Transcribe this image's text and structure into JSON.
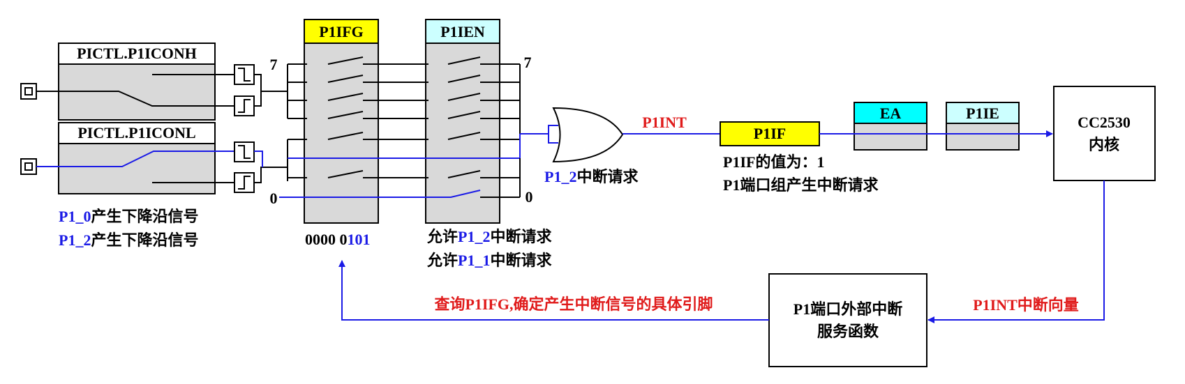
{
  "colors": {
    "blue": "#1a1ae6",
    "red": "#e01b1b",
    "yellow": "#ffff00",
    "cyan": "#00ffff",
    "lightcyan": "#ccffff",
    "gray": "#d9d9d9"
  },
  "ctl_high": {
    "label": "PICTL.P1ICONH"
  },
  "ctl_low": {
    "label": "PICTL.P1ICONL"
  },
  "left_note": {
    "l1_sig": "P1_0",
    "l1_text": "产生下降沿信号",
    "l2_sig": "P1_2",
    "l2_text": "产生下降沿信号"
  },
  "p1ifg": {
    "label": "P1IFG",
    "bit_high": "7",
    "bit_low": "0",
    "value_black": "0000 0",
    "value_blue": "101"
  },
  "p1ien": {
    "label": "P1IEN",
    "bit_high": "7",
    "bit_low": "0",
    "note1_a": "允许",
    "note1_sig": "P1_2",
    "note1_b": "中断请求",
    "note2_a": "允许",
    "note2_sig": "P1_1",
    "note2_b": "中断请求"
  },
  "or_gate": {
    "req_sig": "P1_2",
    "req_text": "中断请求"
  },
  "p1int": {
    "label": "P1INT"
  },
  "p1if": {
    "label": "P1IF",
    "note1_a": "P1IF",
    "note1_b": "的值为：",
    "note1_c": "1",
    "note2_a": "P1",
    "note2_b": "端口组产生中断请求"
  },
  "ea": {
    "label": "EA"
  },
  "p1ie": {
    "label": "P1IE"
  },
  "core": {
    "line1": "CC2530",
    "line2": "内核"
  },
  "vector": {
    "label_a": "P1INT",
    "label_b": "中断向量"
  },
  "isr": {
    "line1_a": "P1",
    "line1_b": "端口外部中断",
    "line2": "服务函数"
  },
  "query": {
    "text_a": "查询",
    "text_b": "P1IFG",
    "text_c": ",确定产生中断信号的具体引脚"
  }
}
